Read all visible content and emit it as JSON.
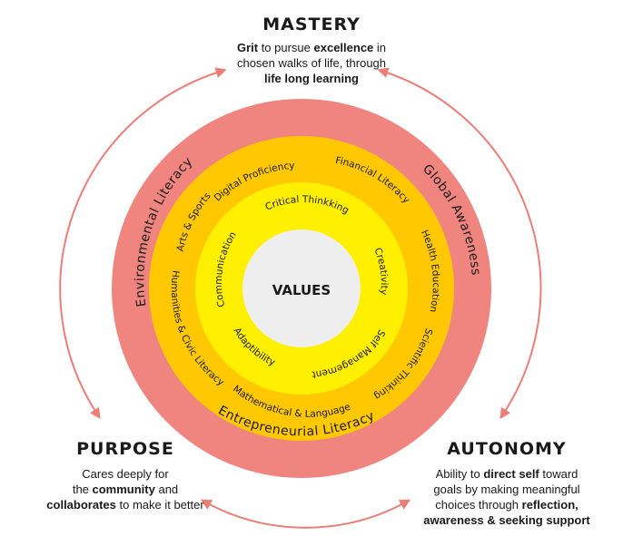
{
  "center": {
    "label": "VALUES"
  },
  "inner_ring": {
    "color": "#ffef00",
    "labels": {
      "critical_thinking": "Critical Thinkking",
      "creativity": "Creativity",
      "self_management": "Self Management",
      "adaptibility": "Adaptibility",
      "communication": "Communication"
    }
  },
  "middle_ring": {
    "color": "#ffc800",
    "labels": {
      "digital_proficiency": "Digital Proficiency",
      "financial_literacy": "Financial Literacy",
      "health_education": "Health Education",
      "scientific_thinking": "Scientific Thinking",
      "mathematical_language": "Mathematical & Language",
      "humanities_civic": "Humanities & Civic Literacy",
      "arts_sports": "Arts & Sports"
    }
  },
  "outer_ring": {
    "color": "#f0847f",
    "labels": {
      "environmental_literacy": "Environmental Literacy",
      "global_awareness": "Global Awareness",
      "entrepreneurial_literacy": "Entrepreneurial Literacy"
    }
  },
  "arrow_color": "#ec7e78",
  "mastery": {
    "title": "MASTERY",
    "l1a": "Grit",
    "l1b": " to pursue ",
    "l1c": "excellence",
    "l1d": " in",
    "l2": "chosen walks of life, through",
    "l3": "life long learning"
  },
  "purpose": {
    "title": "PURPOSE",
    "l1": "Cares deeply for",
    "l2a": "the ",
    "l2b": "community",
    "l2c": " and",
    "l3a": "collaborates",
    "l3b": " to make it better"
  },
  "autonomy": {
    "title": "AUTONOMY",
    "l1a": "Ability to ",
    "l1b": "direct self",
    "l1c": " toward",
    "l2": "goals by making meaningful",
    "l3a": "choices through ",
    "l3b": "reflection,",
    "l4": "awareness & seeking support"
  }
}
